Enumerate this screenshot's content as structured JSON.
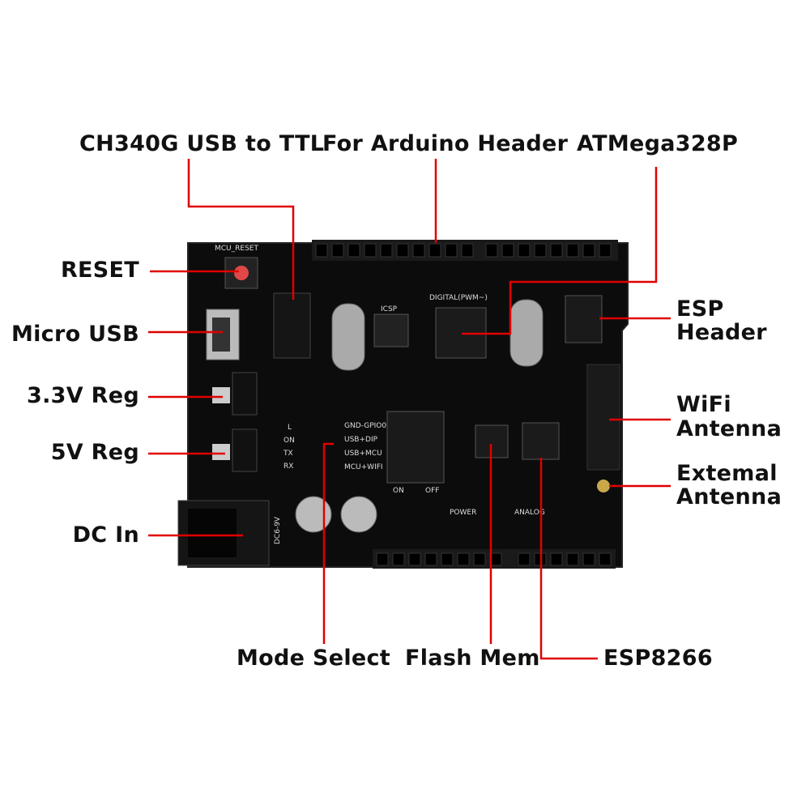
{
  "labels": {
    "ch340g": "CH340G USB to TTL",
    "header": "For Arduino Header",
    "atmega": "ATMega328P",
    "reset": "RESET",
    "micro_usb": "Micro USB",
    "reg33": "3.3V Reg",
    "reg5": "5V Reg",
    "dc_in": "DC In",
    "esp_header_1": "ESP",
    "esp_header_2": "Header",
    "wifi_1": "WiFi",
    "wifi_2": "Antenna",
    "ext_1": "Extemal",
    "ext_2": "Antenna",
    "mode_select": "Mode Select",
    "flash_mem": "Flash Mem",
    "esp8266": "ESP8266"
  },
  "board": {
    "mcu_reset": "MCU_RESET",
    "digital": "DIGITAL(PWM~)",
    "icsp": "ICSP",
    "power": "POWER",
    "analog": "ANALOG",
    "on": "ON",
    "off": "OFF",
    "dc": "DC6-9V",
    "mode1": "GND-GPIO0",
    "mode2": "USB+DIP",
    "mode3": "USB+MCU",
    "mode4": "MCU+WIFI",
    "leds": [
      "L",
      "ON",
      "TX",
      "RX"
    ]
  },
  "colors": {
    "line": "#e00000",
    "board": "#111111"
  }
}
